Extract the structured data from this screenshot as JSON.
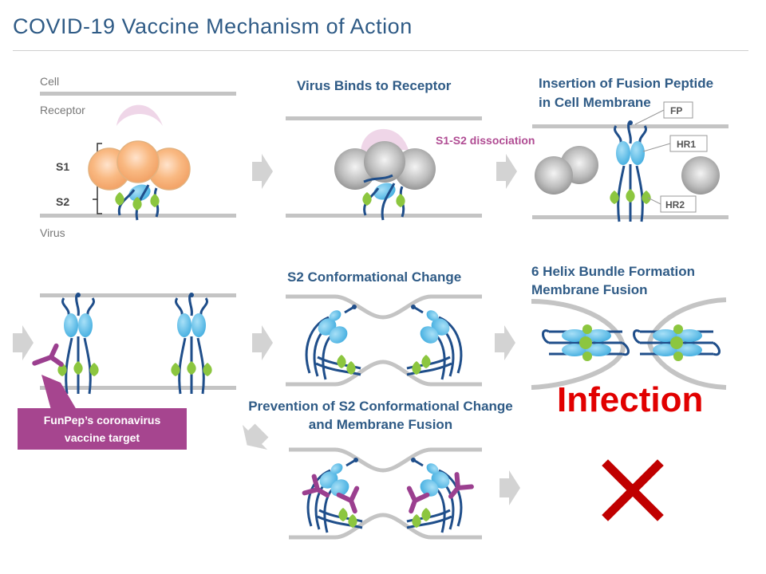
{
  "title": "COVID-19 Vaccine Mechanism of Action",
  "labels": {
    "cell": "Cell",
    "receptor": "Receptor",
    "virus": "Virus",
    "s1": "S1",
    "s2": "S2",
    "fp": "FP",
    "hr1": "HR1",
    "hr2": "HR2",
    "s1s2_dissociation": "S1-S2 dissociation"
  },
  "steps": {
    "binds": "Virus Binds to Receptor",
    "insertion_line1": "Insertion of Fusion Peptide",
    "insertion_line2": "in Cell Membrane",
    "conformational": "S2 Conformational Change",
    "helix_line1": "6 Helix Bundle Formation",
    "helix_line2": "Membrane Fusion",
    "prevention_line1": "Prevention of S2 Conformational Change",
    "prevention_line2": "and Membrane Fusion"
  },
  "outcome": {
    "infection": "Infection"
  },
  "callout": {
    "line1": "FunPep’s coronavirus",
    "line2": "vaccine target"
  },
  "colors": {
    "title": "#2f5b86",
    "heading": "#2f5b86",
    "membrane": "#c4c4c4",
    "s1_orange": "#f7b07d",
    "s2_blue": "#5bbde6",
    "hr2_green": "#8cc63f",
    "strand_blue": "#1f4e8a",
    "antibody_purple": "#9b3f8f",
    "infection_red": "#e10000",
    "cross_red": "#c00000",
    "callout_bg": "#a6458f"
  }
}
